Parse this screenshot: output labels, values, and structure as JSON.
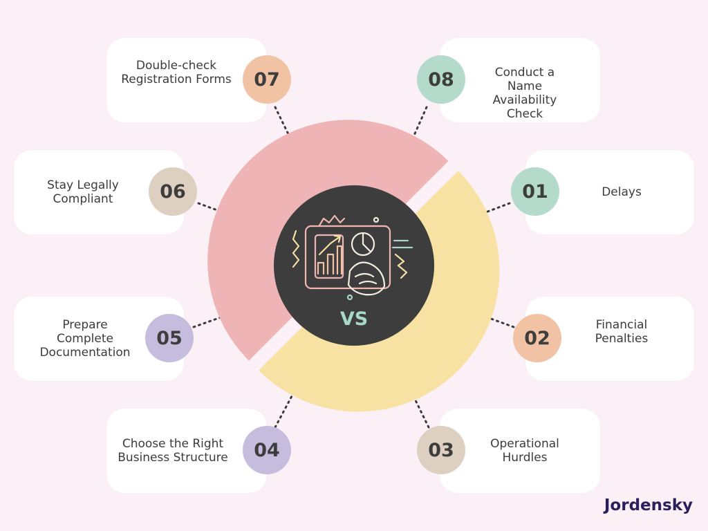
{
  "center_label": "VS",
  "brand": "Jordensky",
  "colors": {
    "background": "#fcf0f7",
    "ring_left": "#efb5b6",
    "ring_right": "#f7e1a3",
    "center_circle": "#3d3d3d",
    "center_label": "#a8d8c8"
  },
  "items": [
    {
      "number": "07",
      "label": "Double-check\nRegistration Forms",
      "color": "#f1c2a4",
      "icon": "dotted-connector"
    },
    {
      "number": "08",
      "label": "Conduct a\nName\nAvailability\nCheck",
      "color": "#b3dacb"
    },
    {
      "number": "06",
      "label": "Stay Legally\nCompliant",
      "color": "#ddd0c0"
    },
    {
      "number": "01",
      "label": "Delays",
      "color": "#b3dacb"
    },
    {
      "number": "05",
      "label": "Prepare\nComplete\nDocumentation",
      "color": "#c6bcdd"
    },
    {
      "number": "02",
      "label": "Financial\nPenalties",
      "color": "#f1c2a4"
    },
    {
      "number": "04",
      "label": "Choose the Right\nBusiness Structure",
      "color": "#c6bcdd"
    },
    {
      "number": "03",
      "label": "Operational\nHurdles",
      "color": "#ddd0c0"
    }
  ],
  "center_icon": "business-analytics-icon"
}
